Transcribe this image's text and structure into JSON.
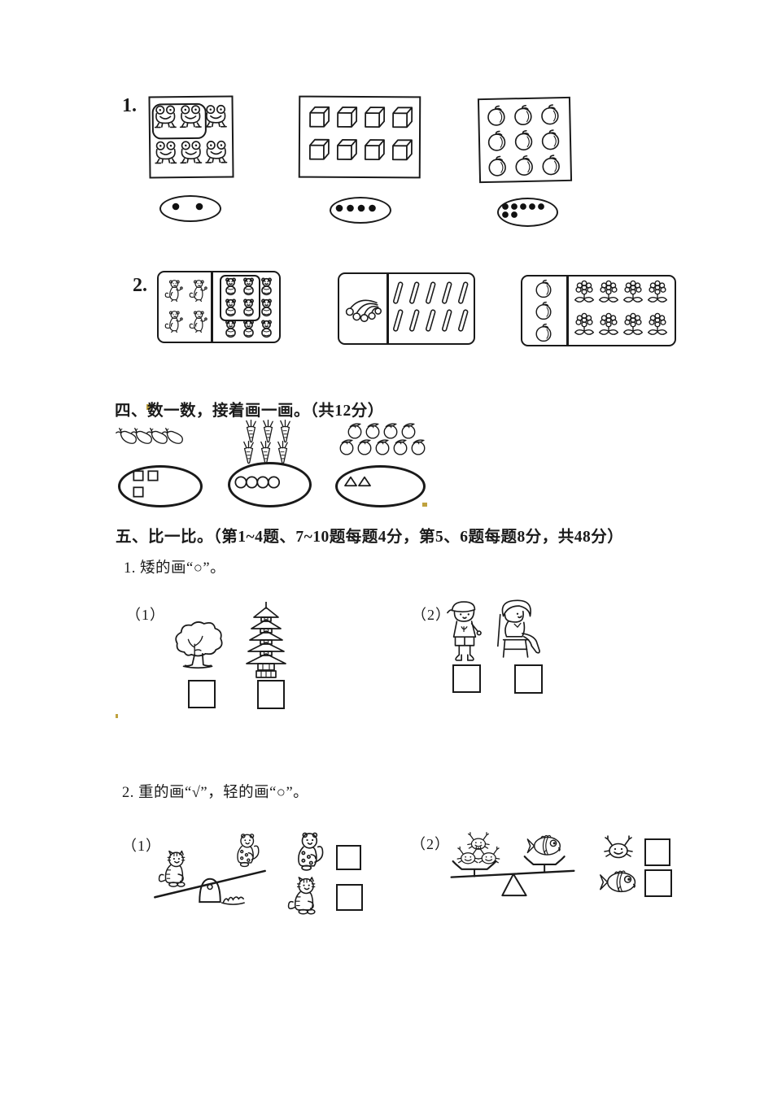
{
  "artifact_color": "#bfa23e",
  "ink_color": "#1a1a1a",
  "item1": {
    "number": "1.",
    "cards": [
      {
        "icon": "frog",
        "count": 6,
        "rows": [
          3,
          3
        ]
      },
      {
        "icon": "cube",
        "count": 8,
        "rows": [
          4,
          4
        ]
      },
      {
        "icon": "apple",
        "count": 9,
        "rows": [
          3,
          3,
          3
        ]
      }
    ],
    "dot_ovals": [
      {
        "icon": "dot",
        "count": 2,
        "rows": [
          2
        ]
      },
      {
        "icon": "dot",
        "count": 4,
        "rows": [
          4
        ]
      },
      {
        "icon": "dot",
        "count": 7,
        "rows": [
          5,
          2
        ]
      }
    ]
  },
  "item2": {
    "number": "2.",
    "card1": {
      "left": {
        "icon": "monkey",
        "count": 4,
        "rows": [
          2,
          2
        ]
      },
      "right": {
        "icon": "bear",
        "count": 9,
        "rows": [
          3,
          3,
          3
        ]
      }
    },
    "card2": {
      "left": {
        "icon": "balloons",
        "count": 1,
        "rows": [
          1
        ]
      },
      "right": {
        "icon": "stick",
        "count": 10,
        "rows": [
          5,
          5
        ]
      }
    },
    "card3": {
      "left": {
        "icon": "apple",
        "count": 3,
        "rows": [
          1,
          1,
          1
        ]
      },
      "right": {
        "icon": "flower",
        "count": 8,
        "rows": [
          4,
          4
        ]
      }
    }
  },
  "section4": {
    "heading": "四、数一数，接着画一画。（共12分）",
    "groups": [
      {
        "top": {
          "icon": "eggplant",
          "count": 4,
          "rows": [
            4
          ]
        },
        "oval": {
          "icon": "square",
          "count": 3,
          "rows": [
            2,
            1
          ]
        }
      },
      {
        "top": {
          "icon": "carrot",
          "count": 6,
          "rows": [
            3,
            3
          ],
          "rowdx": [
            3,
            0
          ]
        },
        "oval": {
          "icon": "circle",
          "count": 4,
          "rows": [
            4
          ]
        }
      },
      {
        "top": {
          "icon": "peach",
          "count": 9,
          "rows": [
            4,
            5
          ],
          "rowdx": [
            10,
            0
          ]
        },
        "oval": {
          "icon": "triangle",
          "count": 2,
          "rows": [
            2
          ]
        }
      }
    ]
  },
  "section5": {
    "heading": "五、比一比。（第1~4题、7~10题每题4分，第5、6题每题8分，共48分）",
    "q1": {
      "text": "1. 矮的画“○”。",
      "pair1_label": "（1）",
      "pair2_label": "（2）"
    },
    "q2": {
      "text": "2. 重的画“√”，轻的画“○”。",
      "pair1_label": "（1）",
      "pair2_label": "（2）",
      "seesaw": {
        "left_animal": "tiger",
        "right_animal": "leopard"
      },
      "balance": {
        "left": {
          "icon": "crab",
          "count": 3
        },
        "right": {
          "icon": "fish",
          "count": 1
        }
      }
    }
  }
}
